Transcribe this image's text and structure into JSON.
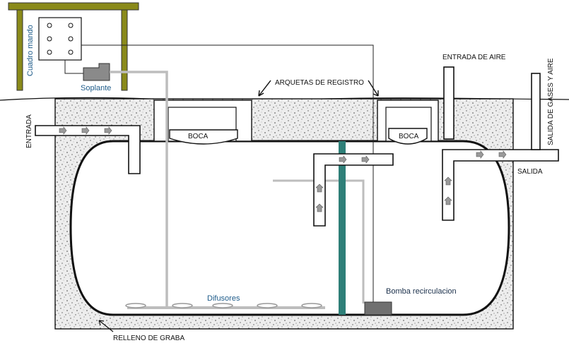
{
  "labels": {
    "control_panel": "Cuadro mando",
    "blower": "Soplante",
    "inspection_chambers": "ARQUETAS DE REGISTRO",
    "air_inlet": "ENTRADA DE AIRE",
    "gas_outlet": "SALIDA DE GASES Y AIRE",
    "inlet": "ENTRADA",
    "outlet": "SALIDA",
    "manhole_left": "BOCA",
    "manhole_right": "BOCA",
    "diffusers": "Difusores",
    "recirculation_pump": "Bomba recirculacion",
    "gravel_fill": "RELLENO DE GRABA"
  },
  "colors": {
    "shed_frame": "#8a8a1a",
    "gray_line": "#bdbdbd",
    "teal_pipe": "#2e7f78",
    "pump_box": "#707070",
    "blower_box": "#8a8a8a"
  }
}
